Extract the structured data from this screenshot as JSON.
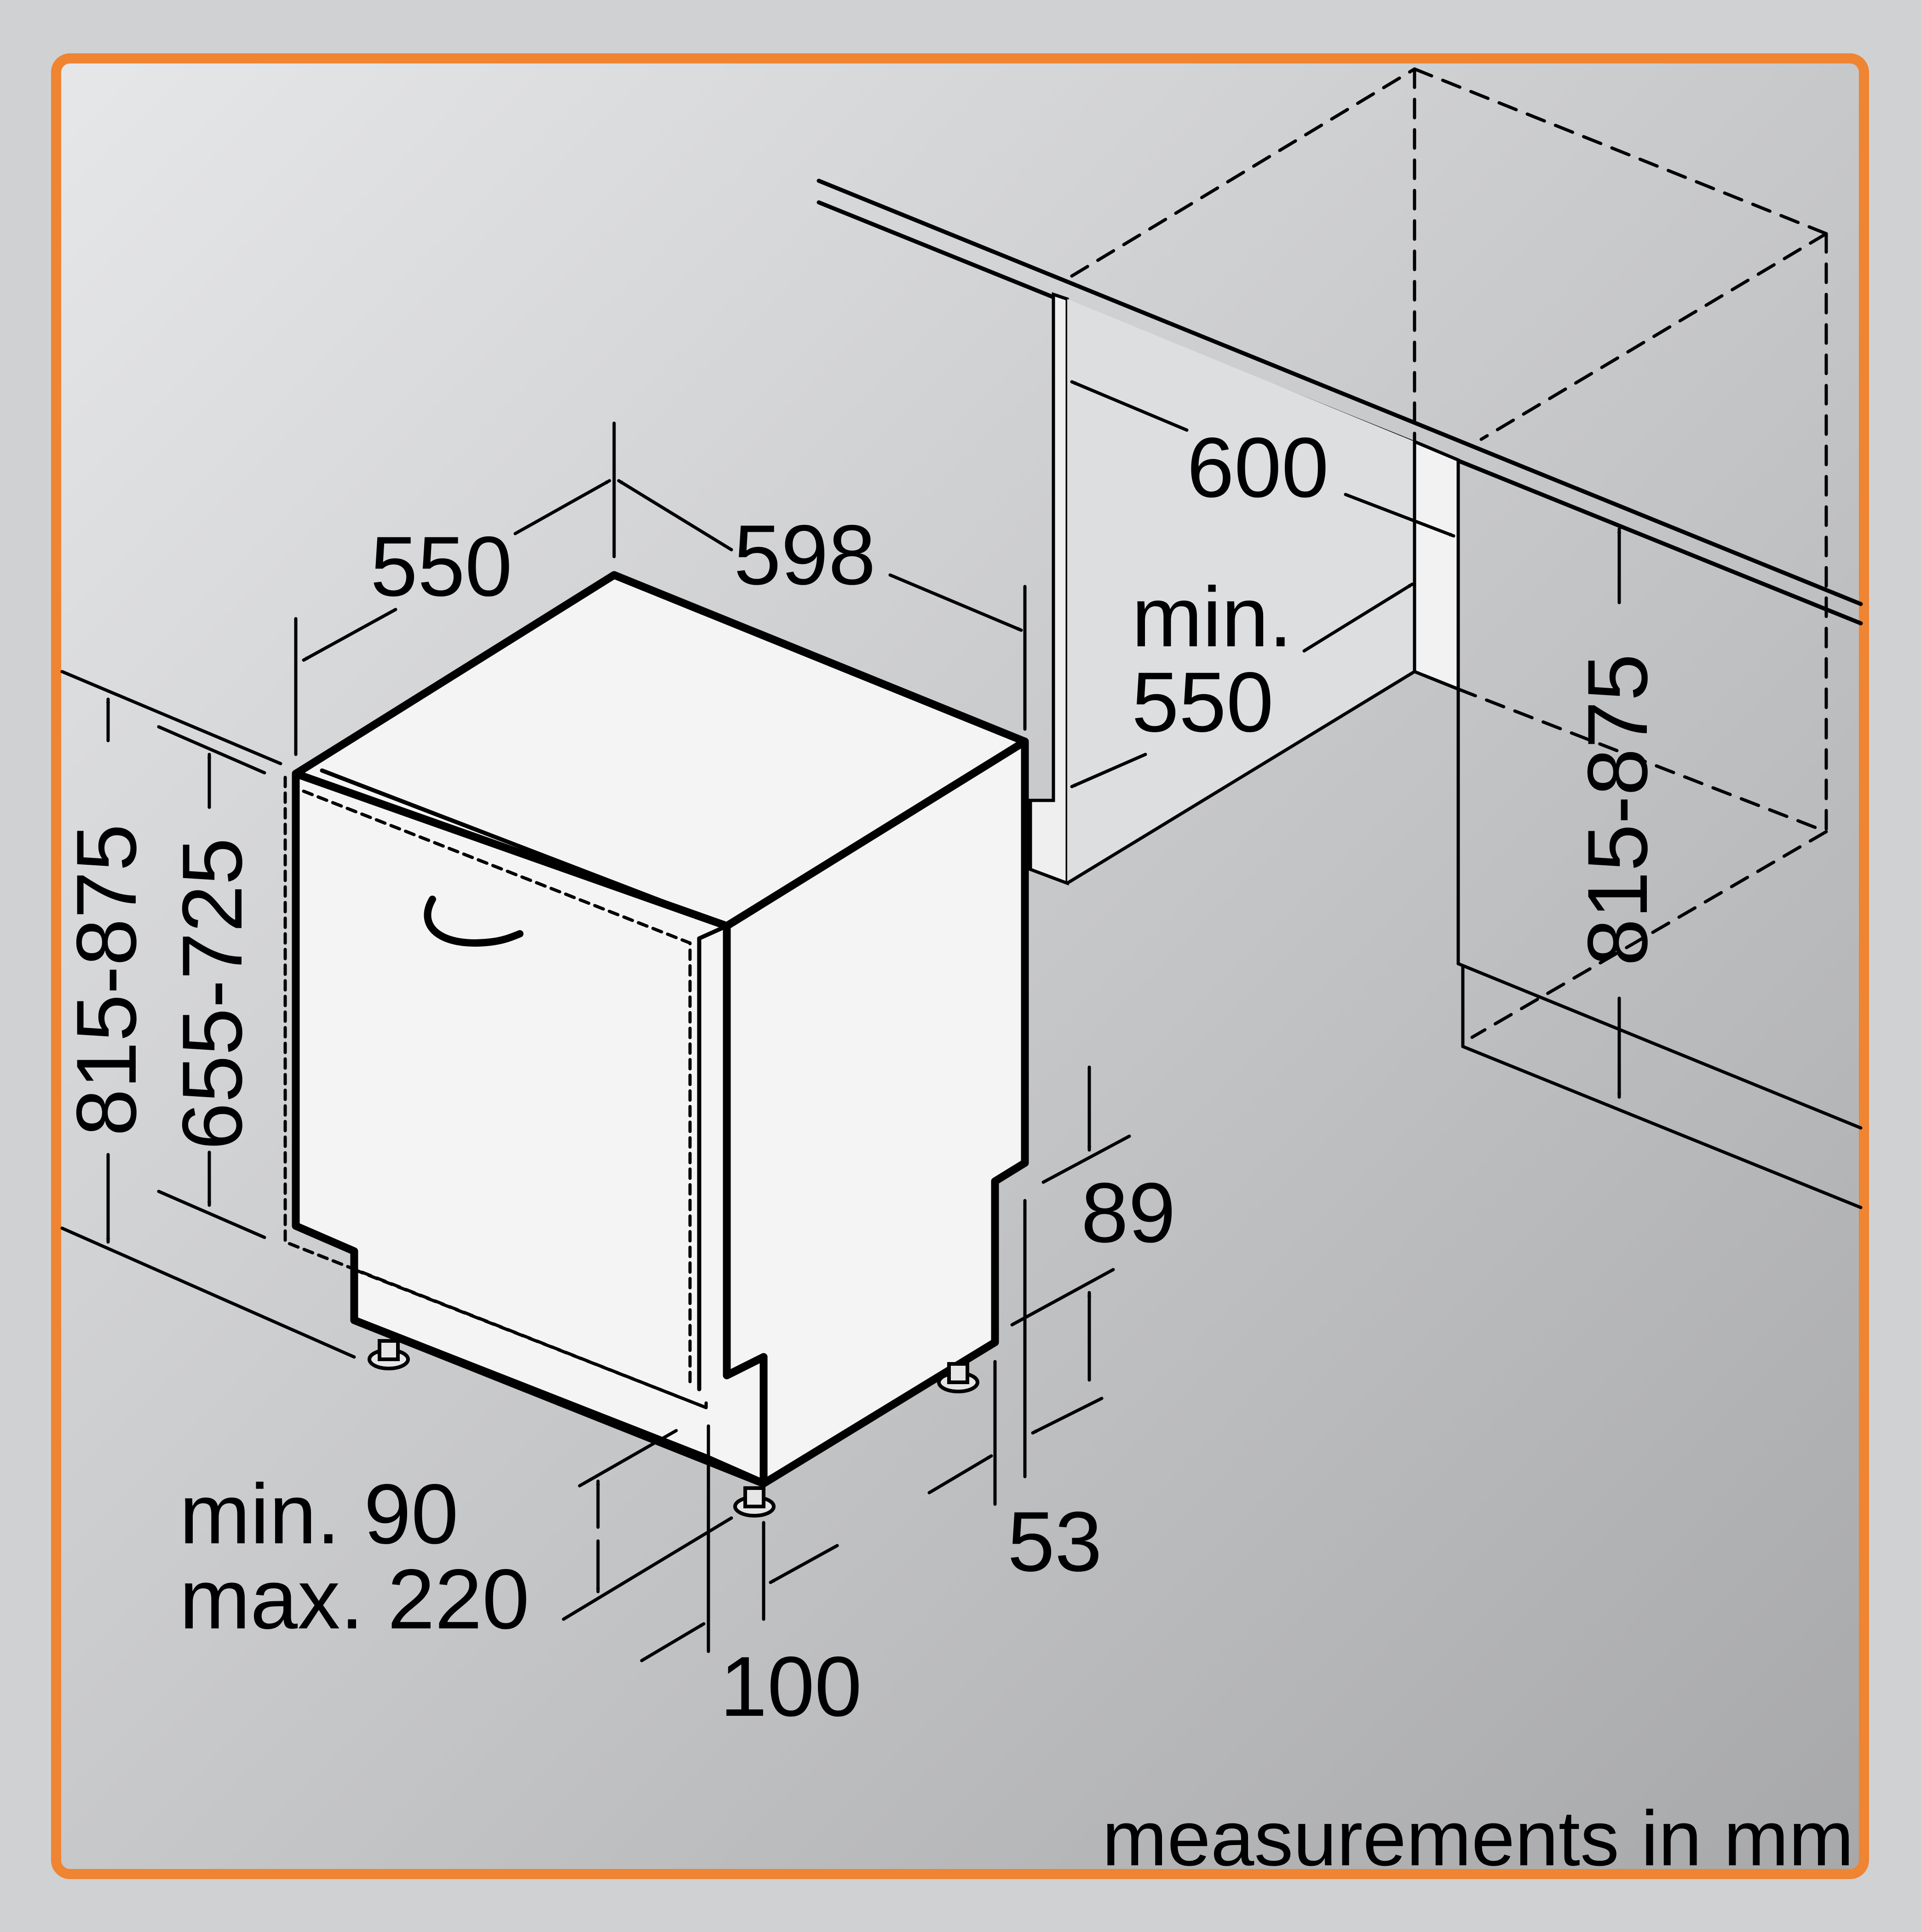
{
  "colors": {
    "frame": "#ef8432",
    "background_light": "#e4e5e7",
    "background_dark": "#a9aaac",
    "outline": "#000000",
    "appliance_fill": "#f3f3f3"
  },
  "labels": {
    "depth": "550",
    "width": "598",
    "niche_width": "600",
    "niche_depth": "min.\n550",
    "niche_depth_line1": "min.",
    "niche_depth_line2": "550",
    "height_total_left": "815-875",
    "height_door": "655-725",
    "height_total_right": "815-875",
    "plinth_top": "89",
    "plinth_setback": "53",
    "plinth_height_line1": "min. 90",
    "plinth_height_line2": "max. 220",
    "plinth_front": "100",
    "units_note": "measurements in mm"
  }
}
